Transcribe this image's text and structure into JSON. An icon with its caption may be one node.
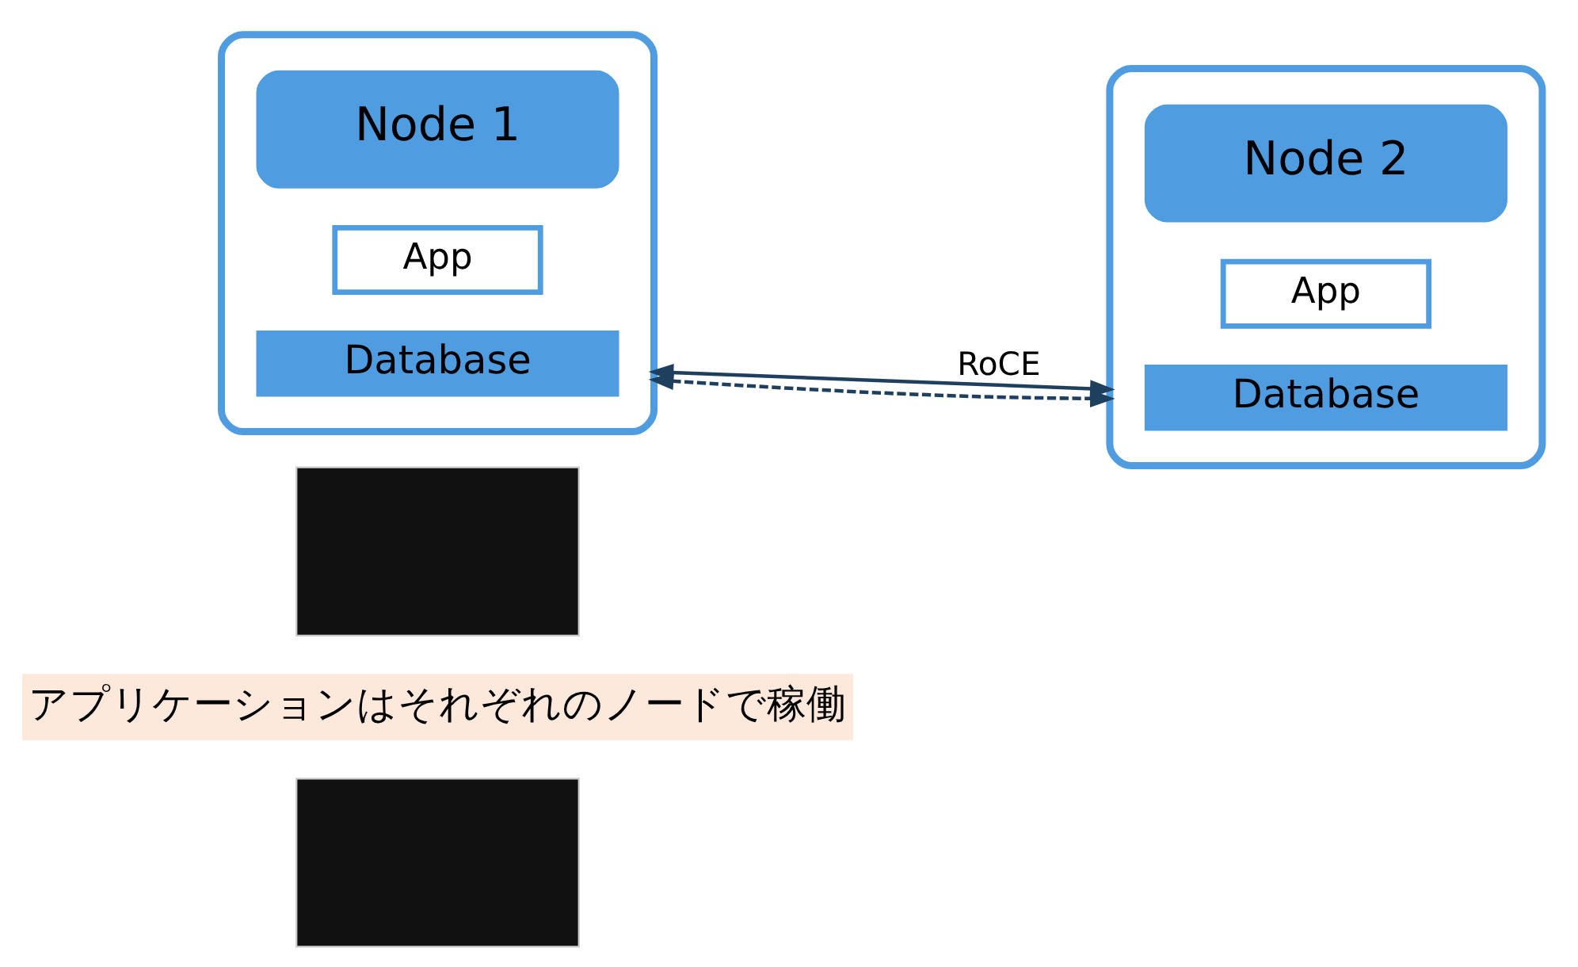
{
  "diagram": {
    "nodes": [
      {
        "text": [],
        "shape": "box"
      },
      {
        "text": [
          "アプリケーションはそれぞれのノードで稼働"
        ]
      },
      {
        "text": [],
        "shape": "box"
      },
      {
        "text": [],
        "shape": "box"
      },
      {
        "text": [
          "Node 1"
        ],
        "in": 3
      },
      {
        "text": [
          "App"
        ],
        "in": 3
      },
      {
        "text": [
          "Database"
        ],
        "in": 3
      },
      {
        "text": [],
        "shape": "box"
      },
      {
        "text": [
          "Node 2"
        ],
        "in": 7
      },
      {
        "text": [
          "App"
        ],
        "in": 7
      },
      {
        "text": [
          "Database"
        ],
        "in": 7
      }
    ],
    "edges": [
      {
        "from": 3,
        "to": 7,
        "arrow": "both",
        "label": "RoCE"
      },
      {
        "from": 3,
        "to": 7,
        "arrow": "both",
        "style": "dashed"
      }
    ]
  }
}
